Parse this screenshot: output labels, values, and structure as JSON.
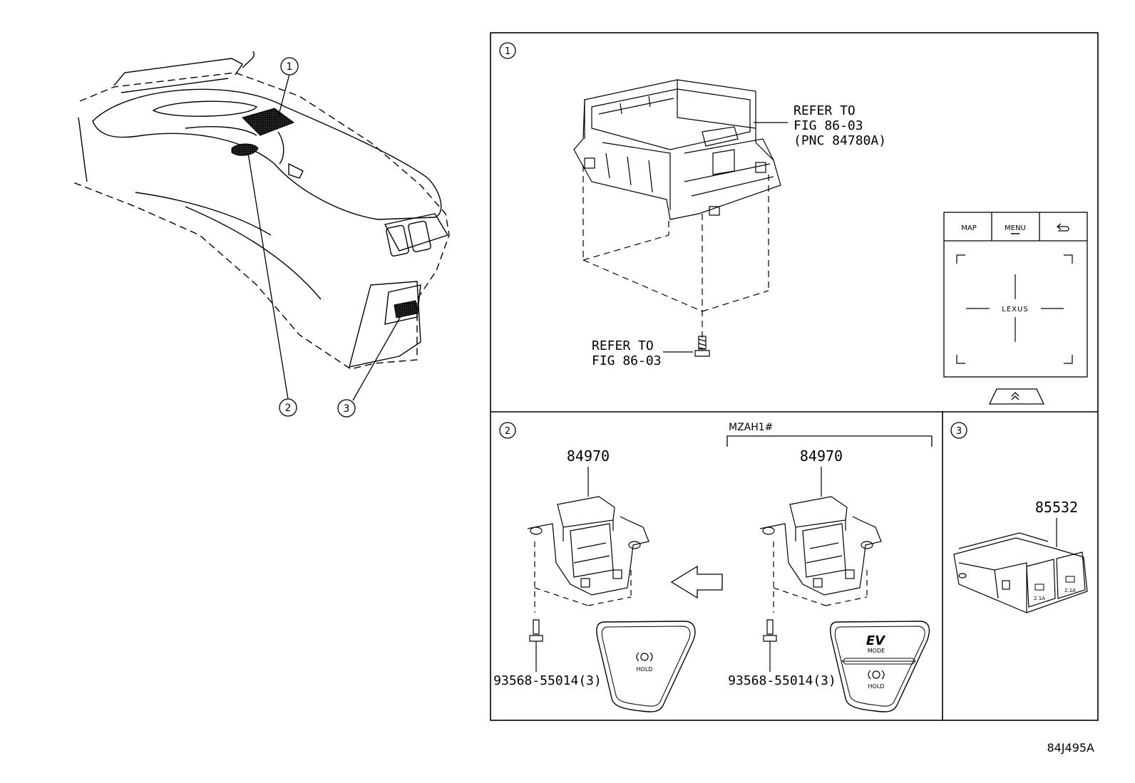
{
  "left_overview": {
    "callouts": [
      "1",
      "2",
      "3"
    ]
  },
  "panel1": {
    "number": "1",
    "refer_top": [
      "REFER TO",
      "FIG 86-03",
      "(PNC 84780A)"
    ],
    "refer_bottom": [
      "REFER TO",
      "FIG 86-03"
    ],
    "touchpad": {
      "map_label": "MAP",
      "menu_label": "MENU",
      "back_icon": "back-arrow-icon",
      "logo_text": "LEXUS",
      "up_icon": "double-chevron-up-icon"
    }
  },
  "panel2": {
    "number": "2",
    "variant_label": "MZAH1#",
    "left_part": "84970",
    "right_part": "84970",
    "left_screw": "93568-55014(3)",
    "right_screw": "93568-55014(3)",
    "hold_label": "HOLD",
    "ev_label": "EV",
    "mode_label": "MODE",
    "hold_label_2": "HOLD"
  },
  "panel3": {
    "number": "3",
    "part": "85532",
    "port_labels": [
      "2.1A",
      "2.1A"
    ]
  },
  "figure_id": "84J495A"
}
